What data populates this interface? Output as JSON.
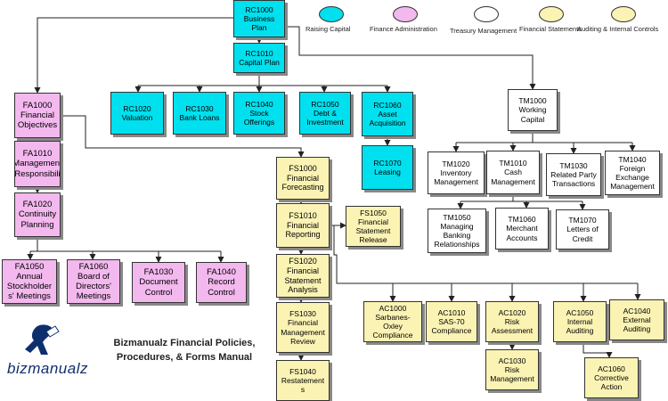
{
  "legend": [
    {
      "label": "Raising Capital",
      "color": "#00e0ee"
    },
    {
      "label": "Finance Administration",
      "color": "#f3b8ee"
    },
    {
      "label": "Treasury Management",
      "color": "#ffffff"
    },
    {
      "label": "Financial Statements",
      "color": "#fbf3b4"
    },
    {
      "label": "Auditing & Internal Controls",
      "color": "#fbf3b4"
    }
  ],
  "nodes": {
    "rc1000": "RC1000\nBusiness\nPlan",
    "rc1010": "RC1010\nCapital Plan",
    "rc1020": "RC1020\nValuation",
    "rc1030": "RC1030\nBank Loans",
    "rc1040": "RC1040\nStock\nOfferings",
    "rc1050": "RC1050\nDebt &\nInvestment",
    "rc1060": "RC1060\nAsset\nAcquisition",
    "rc1070": "RC1070\nLeasing",
    "fa1000": "FA1000\nFinancial\nObjectives",
    "fa1010": "FA1010\nManagement\nResponsibili",
    "fa1020": "FA1020\nContinuity\nPlanning",
    "fa1050": "FA1050\nAnnual\nStockholder\ns' Meetings",
    "fa1060": "FA1060\nBoard of\nDirectors'\nMeetings",
    "fa1030": "FA1030\nDocument\nControl",
    "fa1040": "FA1040\nRecord\nControl",
    "fs1000": "FS1000\nFinancial\nForecasting",
    "fs1010": "FS1010\nFinancial\nReporting",
    "fs1050": "FS1050\nFinancial\nStatement\nRelease",
    "fs1020": "FS1020\nFinancial\nStatement\nAnalysis",
    "fs1030": "FS1030\nFinancial\nManagement\nReview",
    "fs1040": "FS1040\nRestatement\ns",
    "tm1000": "TM1000\nWorking\nCapital",
    "tm1020": "TM1020\nInventory\nManagement",
    "tm1010": "TM1010\nCash\nManagement",
    "tm1030": "TM1030\nRelated Party\nTransactions",
    "tm1040": "TM1040\nForeign\nExchange\nManagement",
    "tm1050": "TM1050\nManaging\nBanking\nRelationships",
    "tm1060": "TM1060\nMerchant\nAccounts",
    "tm1070": "TM1070\nLetters of\nCredit",
    "ac1000": "AC1000\nSarbanes-\nOxley\nCompliance",
    "ac1010": "AC1010\nSAS-70\nCompliance",
    "ac1020": "AC1020\nRisk\nAssessment",
    "ac1030": "AC1030\nRisk\nManagement",
    "ac1050": "AC1050\nInternal\nAuditing",
    "ac1040": "AC1040\nExternal\nAuditing",
    "ac1060": "AC1060\nCorrective\nAction"
  },
  "manual_title": [
    "Bizmanualz Financial Policies,",
    "Procedures, & Forms Manual"
  ],
  "logo_text": "bizmanualz"
}
